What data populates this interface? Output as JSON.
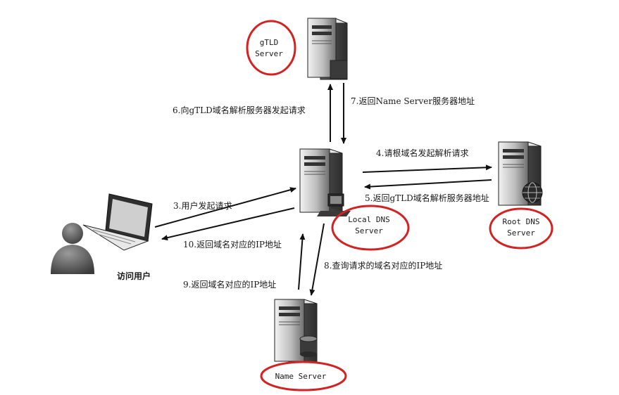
{
  "nodes": {
    "gtld": {
      "line1": "gTLD",
      "line2": "Server"
    },
    "local_dns": {
      "line1": "Local DNS",
      "line2": "Server"
    },
    "root_dns": {
      "line1": "Root DNS",
      "line2": "Server"
    },
    "name_server": {
      "line1": "Name Server"
    },
    "user": {
      "label": "访问用户"
    }
  },
  "steps": {
    "s3": "3.用户发起请求",
    "s4": "4.请根域名发起解析请求",
    "s5": "5.返回gTLD域名解析服务器地址",
    "s6": "6.向gTLD域名解析服务器发起请求",
    "s7": "7.返回Name Server服务器地址",
    "s8": "8.查询请求的域名对应的IP地址",
    "s9": "9.返回域名对应的IP地址",
    "s10": "10.返回域名对应的IP地址"
  },
  "colors": {
    "highlight_circle": "#d32222",
    "server_dark": "#4a4a4a",
    "server_mid": "#8a8a8a",
    "server_light": "#d9d9d9",
    "arrow": "#111111"
  }
}
